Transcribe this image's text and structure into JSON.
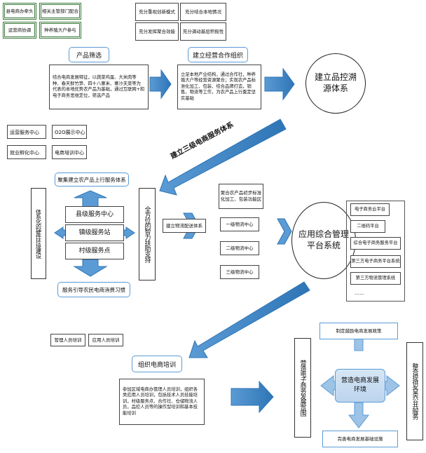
{
  "top_left": {
    "r1": [
      "县电商办牵头",
      "相关主管部门配合"
    ],
    "r2": [
      "运营商协调",
      "种养殖大户参与"
    ]
  },
  "top_middle": {
    "r1": [
      "充分重视创新模式",
      "充分结合本地情况"
    ],
    "r2": [
      "充分发挥聚合效能",
      "充分调动基层积极性"
    ]
  },
  "product_selection": {
    "title": "产品筛选",
    "text": "结合电商发展特征，以蔬菜鸡蛋、大米肉等种、春天鲜竹笋、四十八寨米、寨沙夫菜等为代表的本地优势农产品为基础，通过互联网+和电子商务思维定位，筛选产品"
  },
  "joint_org": {
    "title": "建立经营合作组织",
    "text": "立足本地产业结构，通过合作社，种养殖大户等经营资源聚合；实现农产品标准化加工、包装、结合品牌打造，销售、物流等工作，为农产品上行奠定坚实基础"
  },
  "traceability": "建立品控溯源体系",
  "service_centers": {
    "r1": [
      "运营服务中心",
      "O2O展示中心"
    ],
    "r2": [
      "就业孵化中心",
      "电商培训中心"
    ]
  },
  "three_tier_label": "建立三级电商服务体系",
  "upward_system": "聚集建立农产品上行服务体系",
  "hardware": "体系化的硬件环境建设",
  "tiers": [
    "县级服务中心",
    "镇级服务站",
    "村级服务点"
  ],
  "consumption": "服务引导农民电商消费习惯",
  "smart_support": "全方位的智力扶助支持",
  "logistics": {
    "system": "建立物流配送体系",
    "aggregation": "聚合农产品初步标准化加工、包装功能区",
    "levels": [
      "一级物流中心",
      "二级物流中心",
      "三级物流中心"
    ]
  },
  "platform": {
    "circle": "应用综合管理平台系统",
    "items": [
      "电子商务云平台",
      "二维码平台",
      "综合电子商务服务平台",
      "第三方电子商务平台系统",
      "第三方物流管理系统",
      "……"
    ]
  },
  "training": {
    "tags": [
      "管理人员培训",
      "应用人员培训"
    ],
    "title": "组织电商培训",
    "text": "参加区域电商办管理人员培训，组织各类应用人员培训，包括技术人员技能培训，村级服务点、合作社、仓储物流人员，品控人员等的操作型培训和基本技能培训"
  },
  "environment": {
    "top": "制定鼓励电商发展政策",
    "left": "营造电子商务发展氛围",
    "center": "营造电商发展环境",
    "right": "整合提供各类公共服务",
    "bottom": "完善电商发展基础设施"
  }
}
